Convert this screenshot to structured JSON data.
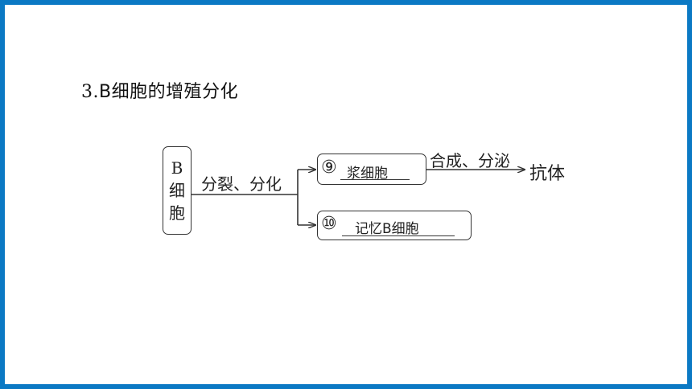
{
  "heading": {
    "number": "3.",
    "text": "B细胞的增殖分化"
  },
  "diagram": {
    "source_cell": [
      "B",
      "细",
      "胞"
    ],
    "edge_label_1": "分裂、分化",
    "answer_9": {
      "marker": "⑨",
      "text": "浆细胞"
    },
    "answer_10": {
      "marker": "⑩",
      "text": "记忆B细胞"
    },
    "edge_label_2": "合成、分泌",
    "product": "抗体"
  },
  "colors": {
    "frame": "#0b79c4",
    "ink": "#222222"
  }
}
